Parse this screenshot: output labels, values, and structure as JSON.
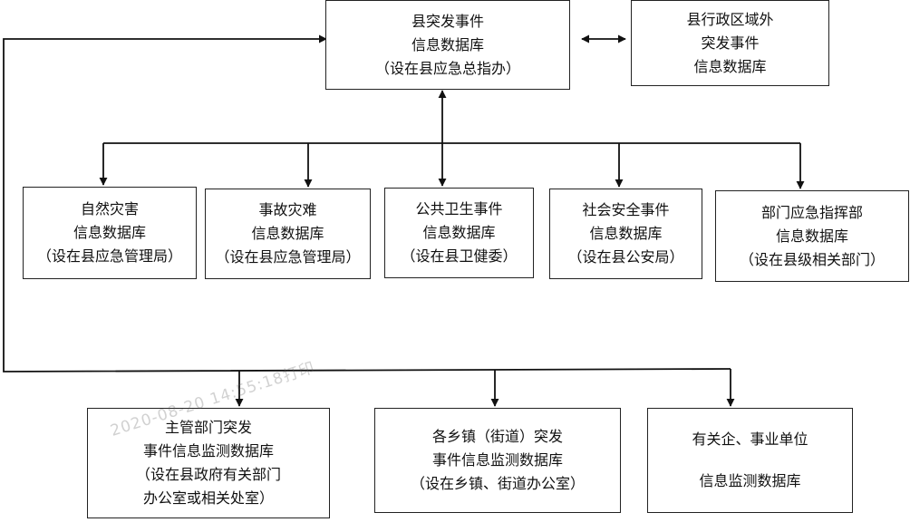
{
  "top": {
    "county_db": [
      "县突发事件",
      "信息数据库",
      "（设在县应急总指办）"
    ],
    "external_db": [
      "县行政区域外",
      "突发事件",
      "信息数据库"
    ]
  },
  "middle": [
    [
      "自然灾害",
      "信息数据库",
      "（设在县应急管理局）"
    ],
    [
      "事故灾难",
      "信息数据库",
      "（设在县应急管理局）"
    ],
    [
      "公共卫生事件",
      "信息数据库",
      "（设在县卫健委）"
    ],
    [
      "社会安全事件",
      "信息数据库",
      "（设在县公安局）"
    ],
    [
      "部门应急指挥部",
      "信息数据库",
      "（设在县级相关部门）"
    ]
  ],
  "bottom": [
    [
      "主管部门突发",
      "事件信息监测数据库",
      "（设在县政府有关部门",
      "办公室或相关处室）"
    ],
    [
      "各乡镇（街道）突发",
      "事件信息监测数据库",
      "（设在乡镇、街道办公室）"
    ],
    [
      "有关企、事业单位",
      "信息监测数据库"
    ]
  ],
  "watermark": "2020-08-20 14:55:18打印"
}
